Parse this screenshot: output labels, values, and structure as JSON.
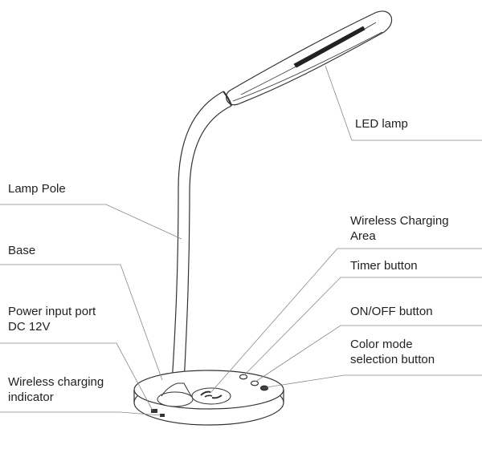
{
  "labels": {
    "led_lamp": "LED lamp",
    "lamp_pole": "Lamp Pole",
    "base": "Base",
    "power_port_line1": "Power input port",
    "power_port_line2": "DC 12V",
    "wireless_indicator_line1": "Wireless charging",
    "wireless_indicator_line2": "indicator",
    "wireless_area_line1": "Wireless Charging",
    "wireless_area_line2": "Area",
    "timer_button": "Timer button",
    "onoff_button": "ON/OFF button",
    "color_mode_line1": "Color mode",
    "color_mode_line2": "selection button"
  },
  "colors": {
    "ink": "#222222",
    "leader": "#888888",
    "background": "#ffffff"
  }
}
